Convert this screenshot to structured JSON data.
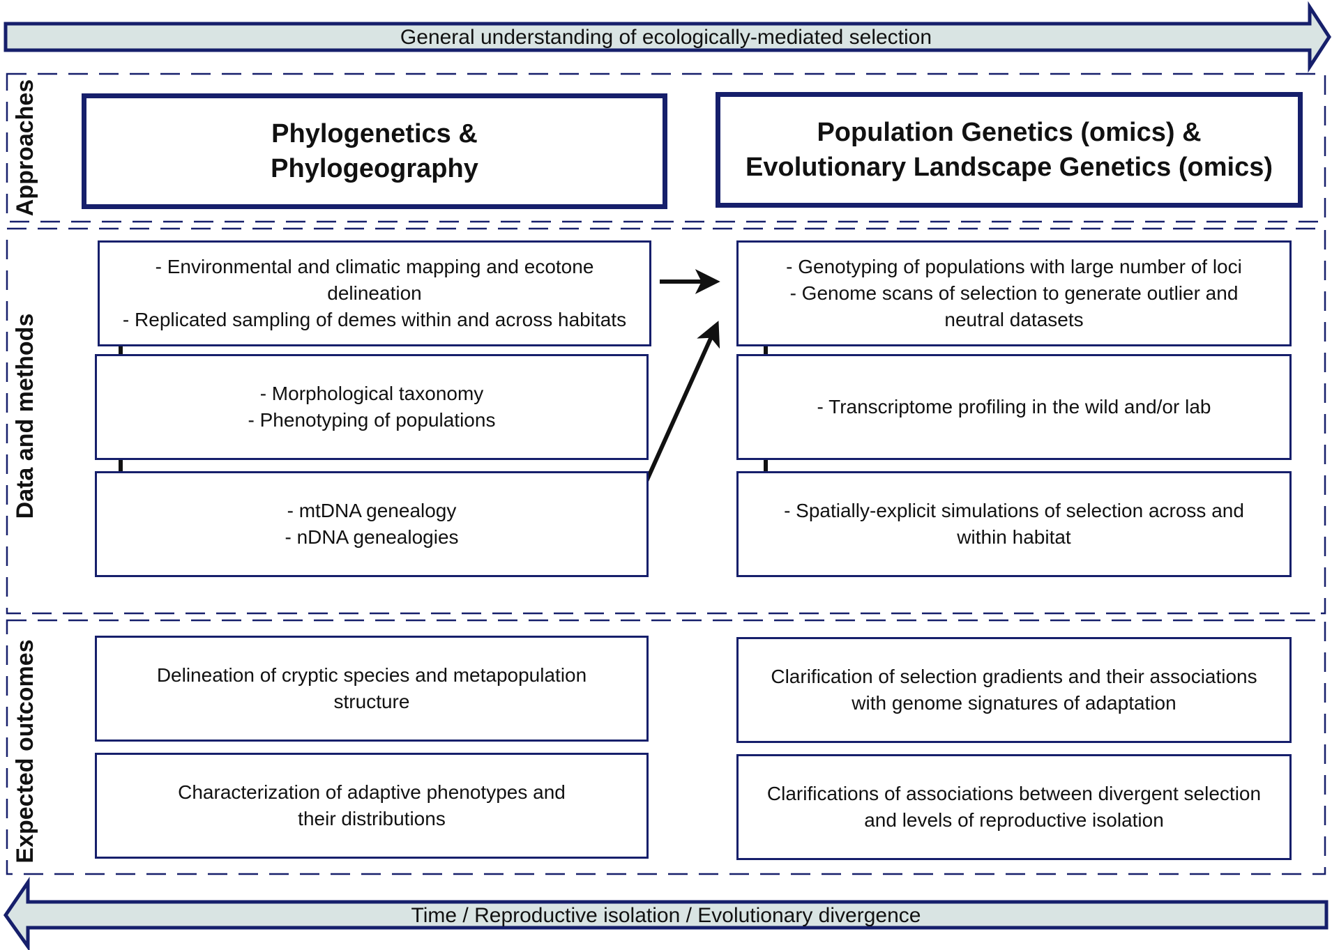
{
  "colors": {
    "navy": "#161f6b",
    "banner_fill": "#d9e4e3",
    "arrow": "#111111"
  },
  "top_banner": {
    "text": "General understanding of ecologically-mediated selection"
  },
  "bottom_banner": {
    "text": "Time / Reproductive isolation / Evolutionary divergence"
  },
  "sections": {
    "approaches": "Approaches",
    "data_methods": "Data and methods",
    "outcomes": "Expected outcomes"
  },
  "approaches": {
    "left": [
      "Phylogenetics &",
      "Phylogeography"
    ],
    "right": [
      "Population Genetics (omics) &",
      "Evolutionary Landscape Genetics (omics)"
    ]
  },
  "methods_left": [
    [
      "- Environmental and climatic mapping and ecotone",
      "delineation",
      "- Replicated sampling of demes within and across habitats"
    ],
    [
      "- Morphological taxonomy",
      "- Phenotyping of populations"
    ],
    [
      "- mtDNA genealogy",
      "- nDNA genealogies"
    ]
  ],
  "methods_right": [
    [
      "- Genotyping of populations with large number of loci",
      "- Genome scans of selection to generate outlier and",
      "neutral datasets"
    ],
    [
      "- Transcriptome profiling in the wild and/or lab"
    ],
    [
      "- Spatially-explicit simulations of selection across and",
      "within habitat"
    ]
  ],
  "outcomes_left": [
    [
      "Delineation of cryptic species and metapopulation",
      "structure"
    ],
    [
      "Characterization of adaptive phenotypes and",
      "their distributions"
    ]
  ],
  "outcomes_right": [
    [
      "Clarification of selection gradients and their associations",
      "with genome signatures of adaptation"
    ],
    [
      "Clarifications of associations between divergent selection",
      "and levels of reproductive isolation"
    ]
  ]
}
